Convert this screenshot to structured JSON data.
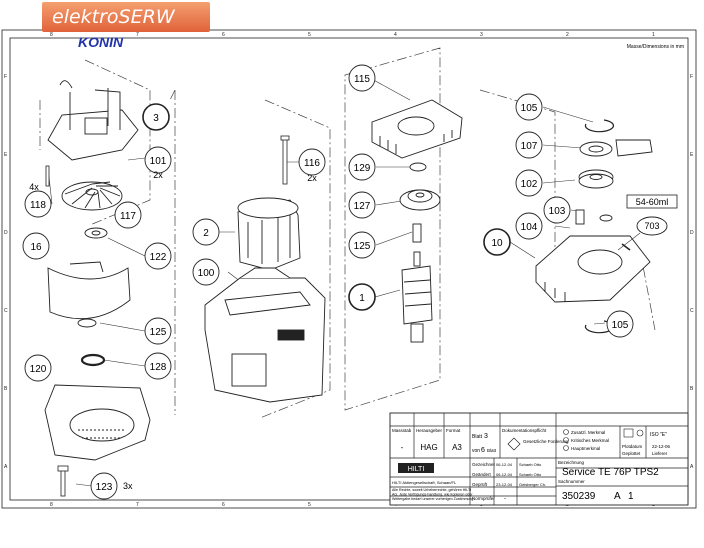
{
  "watermark": {
    "brand": "elektroSERW",
    "city": "KONIN"
  },
  "sheet": {
    "units_note": "Masse/Dimensions in mm",
    "grid_columns": [
      "8",
      "7",
      "6",
      "5",
      "4",
      "3",
      "2",
      "1"
    ],
    "grid_rows": [
      "F",
      "E",
      "D",
      "C",
      "B",
      "A"
    ]
  },
  "callouts": [
    {
      "id": "115"
    },
    {
      "id": "105"
    },
    {
      "id": "3"
    },
    {
      "id": "101",
      "qty": "2x"
    },
    {
      "id": "129"
    },
    {
      "id": "107"
    },
    {
      "id": "116",
      "qty": "2x"
    },
    {
      "id": "4x"
    },
    {
      "id": "118"
    },
    {
      "id": "117"
    },
    {
      "id": "102"
    },
    {
      "id": "127"
    },
    {
      "id": "103"
    },
    {
      "id": "104"
    },
    {
      "id": "2"
    },
    {
      "id": "10"
    },
    {
      "id": "16"
    },
    {
      "id": "122"
    },
    {
      "id": "125"
    },
    {
      "id": "100"
    },
    {
      "id": "1"
    },
    {
      "id": "125b",
      "label": "125"
    },
    {
      "id": "128"
    },
    {
      "id": "120"
    },
    {
      "id": "123",
      "qty": "3x"
    },
    {
      "id": "105b",
      "label": "105"
    }
  ],
  "lubricant": {
    "amount": "54-60ml",
    "part": "703"
  },
  "title_block": {
    "scale_label": "Massstab",
    "scale_value": "-",
    "origin_label": "Herausgeber",
    "origin_value": "HAG",
    "format_label": "Format",
    "format_value": "A3",
    "sheet_label": "Blatt",
    "sheet_value": "3",
    "of_label": "von",
    "of_value": "6",
    "of_suffix": "Blatt",
    "doc_label": "Dokumentationspflicht",
    "legal_req": "Gesetzliche Forderung",
    "zusatz": "Zusatzl. Merkmal",
    "kritisch": "Kritisches Merkmal",
    "haupt": "Hauptmerkmal",
    "iso": "ISO \"E\"",
    "printdate_label": "Plotdatum",
    "printdate": "22-12-06",
    "copies_label": "Geplottet",
    "copies_value": "Lieferer",
    "drawn_label": "Gezeichnet",
    "drawn_date": "06-12-04",
    "drawn_by": "Schaeb Otto",
    "checked_label": "Geändert",
    "checked_date": "06-12-04",
    "checked_by": "Schaeb Otto",
    "approved_label": "Geprüft",
    "approved_date": "23-12-04",
    "approved_by": "Geisberger Ch.",
    "norm_label": "Normprüfer",
    "norm_value": "-",
    "brand": "HILTI",
    "company": "HILTI Aktiengesellschaft, Schaan/FL",
    "rights": "Alle Rechte, soweit Urheberrechte, gehören HILTI AG. Jede Verfügungs-handlung, wie kopieren oder Weitergabe bedarf unserer vorherigen Zustimmung",
    "designation_label": "Bezeichnung",
    "designation": "Service  TE 76P  TPS2",
    "number_label": "Sachnummer",
    "number": "350239",
    "index": "A",
    "index_no": "1"
  }
}
